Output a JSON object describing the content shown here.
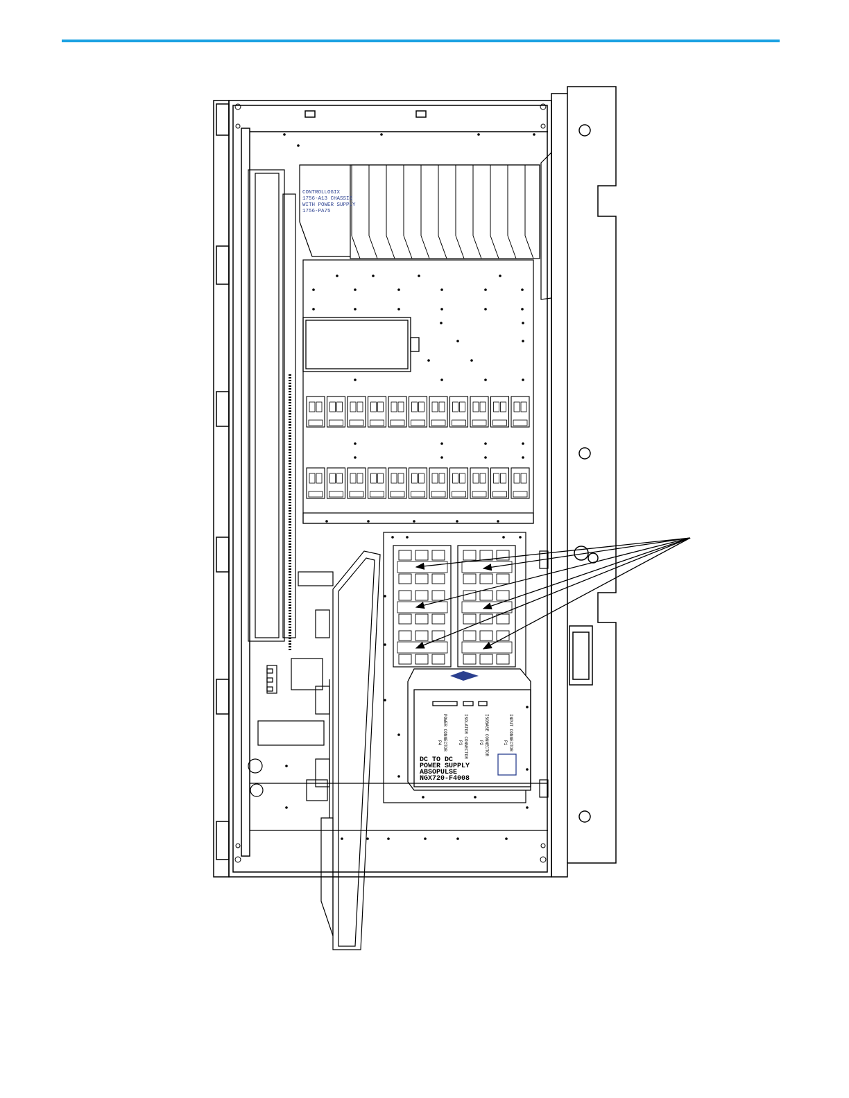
{
  "page": {
    "accent_color": "#1ba1e2",
    "line_color": "#000000",
    "label_color": "#2a3f8f"
  },
  "diagram": {
    "chassis_label": [
      "CONTROLLOGIX",
      "1756-A13 CHASSIS",
      "WITH POWER SUPPLY",
      "1756-PA75"
    ],
    "psu_label": [
      "DC TO DC",
      "POWER SUPPLY",
      "ABSOPULSE",
      "NGX720-F4008"
    ],
    "connectors": [
      {
        "id": "P4",
        "name": "POWER CONNECTOR"
      },
      {
        "id": "P3",
        "name": "ISOLATOR CONNECTOR"
      },
      {
        "id": "P2",
        "name": "ISOBASE CONNECTOR"
      },
      {
        "id": "P1",
        "name": "INPUT CONNECTOR"
      }
    ]
  }
}
